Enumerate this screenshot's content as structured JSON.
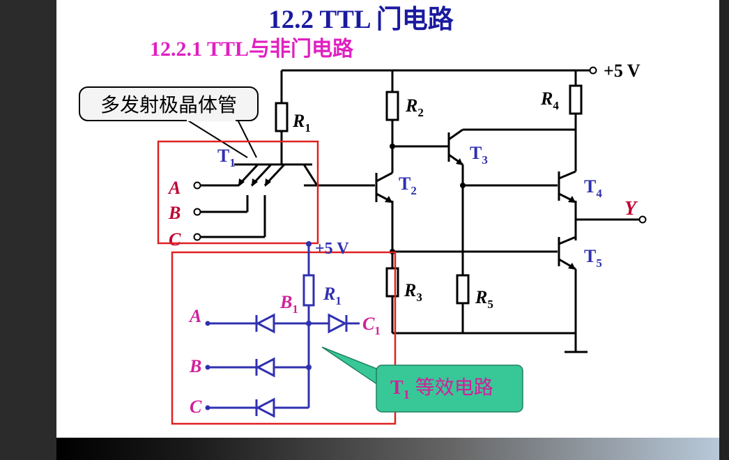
{
  "title": "12.2 TTL 门电路",
  "subtitle": "12.2.1   TTL与非门电路",
  "callout_transistor": "多发射极晶体管",
  "callout_equiv": "等效电路",
  "vcc_label": "+5 V",
  "vcc_label_small": "+5 V",
  "output_label": "Y",
  "inputs_top": [
    "A",
    "B",
    "C"
  ],
  "inputs_bottom": [
    "A",
    "B",
    "C"
  ],
  "transistors": [
    {
      "T": "T",
      "sub": "1"
    },
    {
      "T": "T",
      "sub": "2"
    },
    {
      "T": "T",
      "sub": "3"
    },
    {
      "T": "T",
      "sub": "4"
    },
    {
      "T": "T",
      "sub": "5"
    }
  ],
  "resistors": [
    {
      "R": "R",
      "sub": "1"
    },
    {
      "R": "R",
      "sub": "2"
    },
    {
      "R": "R",
      "sub": "3"
    },
    {
      "R": "R",
      "sub": "4"
    },
    {
      "R": "R",
      "sub": "5"
    }
  ],
  "equiv_R": {
    "R": "R",
    "sub": "1"
  },
  "equiv_B": {
    "B": "B",
    "sub": "1"
  },
  "equiv_C": {
    "C": "C",
    "sub": "1"
  },
  "equiv_T": {
    "T": "T",
    "sub": "1"
  },
  "colors": {
    "title": "#1a1aa0",
    "subtitle": "#e020c0",
    "circuit": "#000000",
    "label_red": "#c00030",
    "label_blue": "#3030b0",
    "equiv_wire": "#3030b0",
    "equiv_label": "#d0209a",
    "highlight_box": "#e02020",
    "callout_green": "#38c898"
  }
}
